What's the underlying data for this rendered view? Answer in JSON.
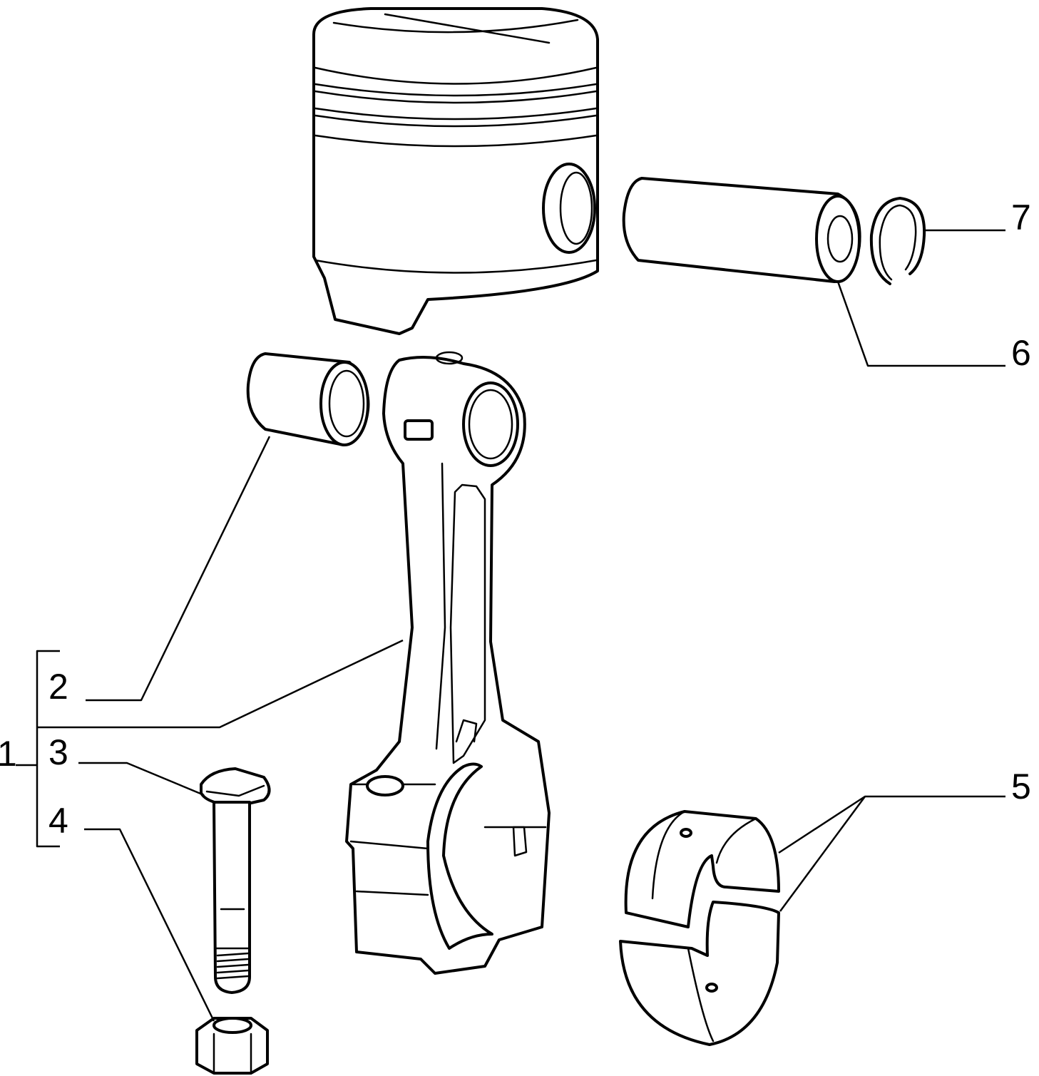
{
  "callouts": {
    "assembly": "1",
    "small_end_bushing": "2",
    "cap_bolt": "3",
    "cap_nut": "4",
    "big_end_bearing_shells": "5",
    "piston_pin": "6",
    "circlip": "7"
  },
  "colors": {
    "ink": "#000000",
    "paper": "#ffffff"
  }
}
